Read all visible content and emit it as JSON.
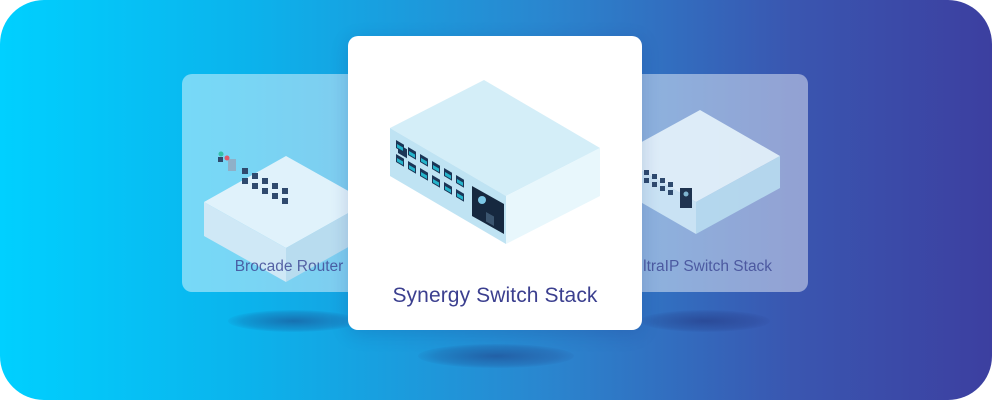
{
  "carousel": {
    "cards": [
      {
        "label": "Brocade Router",
        "icon": "router-icon"
      },
      {
        "label": "Synergy Switch Stack",
        "icon": "network-switch-icon"
      },
      {
        "label": "UltraIP Switch Stack",
        "icon": "network-switch-icon"
      }
    ],
    "active_index": 1
  },
  "colors": {
    "gradient_start": "#00d0ff",
    "gradient_end": "#3c3fa0",
    "title_text": "#3b3f8f"
  }
}
